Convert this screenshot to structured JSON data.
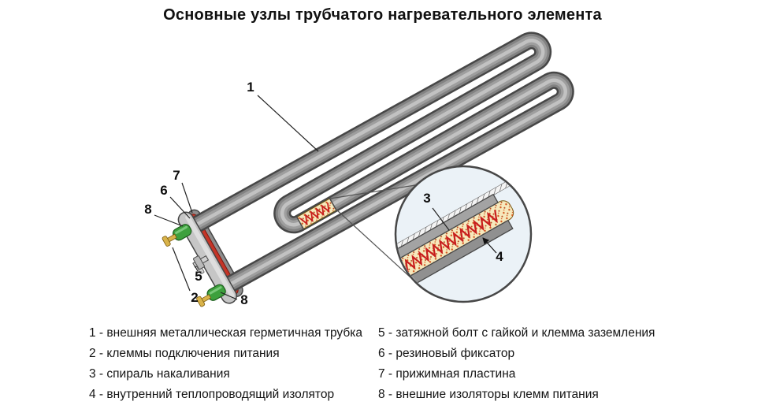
{
  "title": "Основные узлы трубчатого нагревательного элемента",
  "callouts": {
    "tube": "1",
    "terminals": "2",
    "spiral": "3",
    "inner_insulator": "4",
    "bolt": "5",
    "fixator": "6",
    "plate": "7",
    "insulator_top": "8",
    "insulator_bottom": "8"
  },
  "legend": {
    "left": [
      "1 - внешняя металлическая герметичная трубка",
      "2 - клеммы подключения питания",
      "3 - спираль накаливания",
      "4 - внутренний теплопроводящий изолятор"
    ],
    "right": [
      "5 - затяжной болт с гайкой и клемма заземления",
      "6 - резиновый фиксатор",
      "7 - прижимная пластина",
      "8 - внешние изоляторы клемм питания"
    ]
  },
  "colors": {
    "tube_outline": "#474747",
    "tube_body": "#828282",
    "tube_highlight": "#c2c2c2",
    "spiral_red": "#c81e1e",
    "insulator_yellow": "#f6e9bd",
    "terminal_green": "#3da03d",
    "brass": "#d9b34a",
    "gasket_red": "#c53527",
    "magnifier_bg": "#ebf2f7"
  }
}
